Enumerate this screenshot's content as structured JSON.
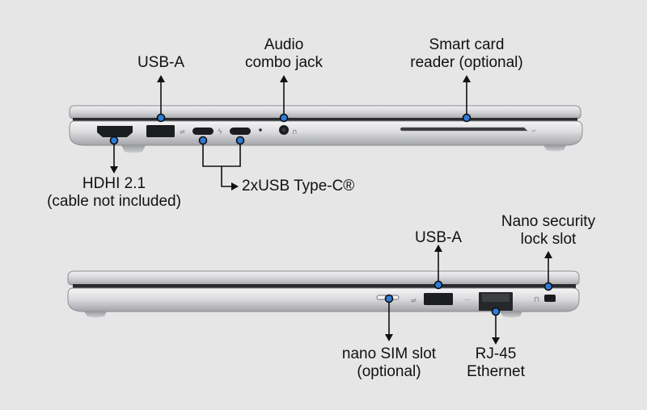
{
  "colors": {
    "background": "#e6e6e6",
    "body_light": "#e4e4e6",
    "body_mid": "#c9c9cc",
    "body_dark": "#8f9095",
    "port_dark": "#1c1d20",
    "marker": "#2e7cd6",
    "marker_ring": "#0e0e10",
    "line": "#111111"
  },
  "views": [
    {
      "name": "left-side-view",
      "callouts": [
        {
          "id": "usb-a-left",
          "lines": [
            "USB-A"
          ]
        },
        {
          "id": "audio-combo-jack",
          "lines": [
            "Audio",
            "combo jack"
          ]
        },
        {
          "id": "smart-card-reader",
          "lines": [
            "Smart card",
            "reader (optional)"
          ]
        },
        {
          "id": "hdmi",
          "lines": [
            "HDHI 2.1",
            "(cable not included)"
          ]
        },
        {
          "id": "usb-type-c",
          "lines": [
            "2xUSB Type-C®"
          ]
        }
      ]
    },
    {
      "name": "right-side-view",
      "callouts": [
        {
          "id": "usb-a-right",
          "lines": [
            "USB-A"
          ]
        },
        {
          "id": "nano-security-lock",
          "lines": [
            "Nano security",
            "lock slot"
          ]
        },
        {
          "id": "nano-sim",
          "lines": [
            "nano SIM slot",
            "(optional)"
          ]
        },
        {
          "id": "rj45",
          "lines": [
            "RJ-45",
            "Ethernet"
          ]
        }
      ]
    }
  ]
}
